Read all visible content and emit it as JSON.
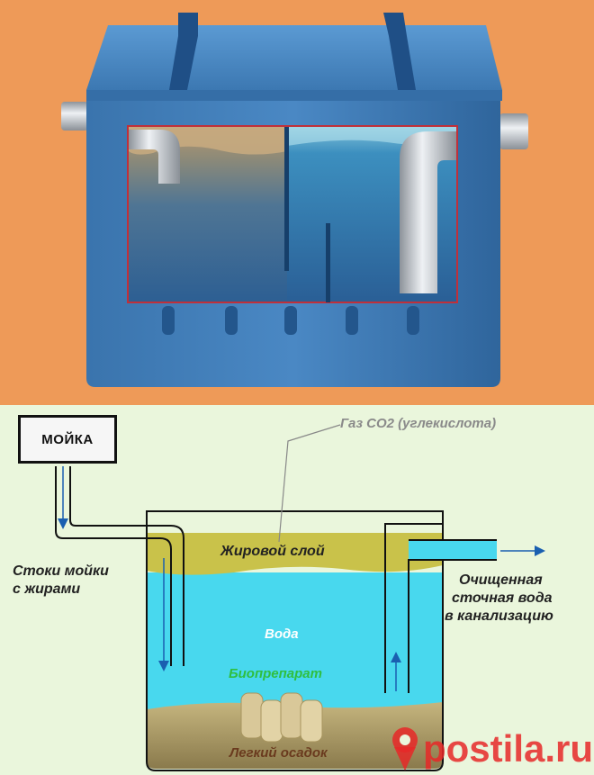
{
  "labels": {
    "gas": "Газ СО2 (углекислота)",
    "sink": "МОЙКА",
    "inflow_line1": "Стоки мойки",
    "inflow_line2": "с жирами",
    "fat_layer": "Жировой слой",
    "water": "Вода",
    "biopreparation": "Биопрепарат",
    "sediment": "Легкий осадок",
    "outflow_line1": "Очищенная",
    "outflow_line2": "сточная вода",
    "outflow_line3": "в канализацию"
  },
  "watermark": {
    "text": "postila.ru",
    "icon": "pin-icon"
  },
  "colors": {
    "top_background": "#ee9a58",
    "bottom_background": "#eaf6dc",
    "tank_body": "#3f7fb8",
    "water": "#48d8ee",
    "fat_layer": "#c9c24a",
    "sediment": "#9a8a5a",
    "biopreparation_text": "#2fbf3f",
    "watermark": "#e62828"
  }
}
